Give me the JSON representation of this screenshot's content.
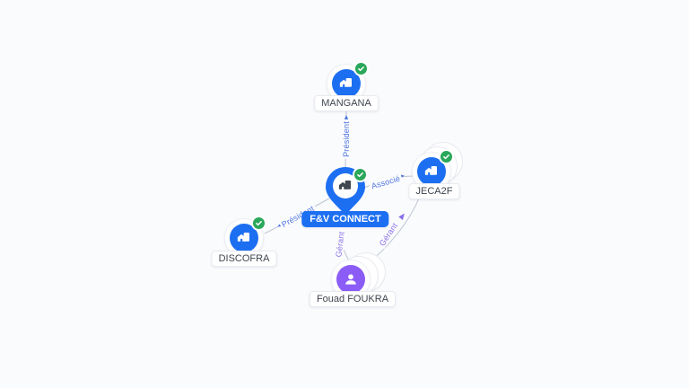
{
  "app": {
    "view": "company-network-graph"
  },
  "colors": {
    "background": "#fafbfd",
    "company_blue": "#1d6ff2",
    "person_purple": "#8b5cf6",
    "verified_green": "#2aa75a",
    "edge_line": "#bcc4d2",
    "edge_label_blue": "#4e74e0",
    "edge_label_purple": "#8a70e8",
    "center_label_bg": "#1d6ff2"
  },
  "graph": {
    "center": {
      "id": "fv-connect",
      "label": "F&V CONNECT",
      "type": "company",
      "verified": true,
      "icon": "building-pin-icon"
    },
    "nodes": [
      {
        "id": "mangana",
        "label": "MANGANA",
        "type": "company",
        "verified": true,
        "icon": "building-icon"
      },
      {
        "id": "jeca2f",
        "label": "JECA2F",
        "type": "company",
        "verified": true,
        "icon": "building-icon",
        "stacked": true
      },
      {
        "id": "discofra",
        "label": "DISCOFRA",
        "type": "company",
        "verified": true,
        "icon": "building-icon"
      },
      {
        "id": "fouad-foukra",
        "label": "Fouad FOUKRA",
        "type": "person",
        "verified": false,
        "icon": "person-icon",
        "stacked": true
      }
    ],
    "edges": [
      {
        "from": "F&V CONNECT",
        "to": "MANGANA",
        "label": "Président"
      },
      {
        "from": "F&V CONNECT",
        "to": "JECA2F",
        "label": "Associé"
      },
      {
        "from": "F&V CONNECT",
        "to": "DISCOFRA",
        "label": "Président"
      },
      {
        "from": "Fouad FOUKRA",
        "to": "F&V CONNECT",
        "label": "Gérant"
      },
      {
        "from": "Fouad FOUKRA",
        "to": "JECA2F",
        "label": "Gérant"
      }
    ]
  }
}
